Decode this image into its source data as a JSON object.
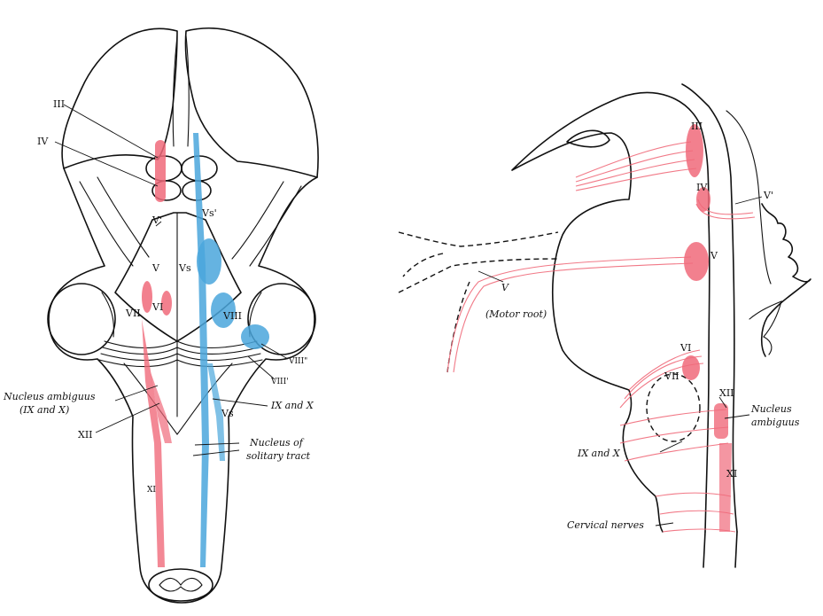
{
  "colors": {
    "motor": "#f06a7a",
    "sensory": "#4aa6dc",
    "ink": "#111111"
  },
  "left": {
    "labels": {
      "iii": "III",
      "iv": "IV",
      "v_prime": "V'",
      "vs_prime": "Vs'",
      "v": "V",
      "vs": "Vs",
      "vi": "VI",
      "vii": "VII",
      "viii": "VIII",
      "viii_2": "VIII\"",
      "viii_1": "VIII'",
      "vs_lower": "Vs",
      "nucleus_ambiguus_line1": "Nucleus ambiguus",
      "nucleus_ambiguus_line2": "(IX and X)",
      "xii": "XII",
      "ix_and_x": "IX and X",
      "solitary_line1": "Nucleus of",
      "solitary_line2": "solitary tract",
      "xi": "XI"
    }
  },
  "right": {
    "labels": {
      "iii": "III",
      "iv": "IV",
      "v_prime": "V'",
      "v": "V",
      "v_motor": "V",
      "motor_root": "(Motor root)",
      "vi": "VI",
      "vii": "VII",
      "xii": "XII",
      "nucleus_line1": "Nucleus",
      "nucleus_line2": "ambiguus",
      "ix_and_x": "IX and X",
      "xi": "XI",
      "cervical_nerves": "Cervical nerves"
    }
  }
}
